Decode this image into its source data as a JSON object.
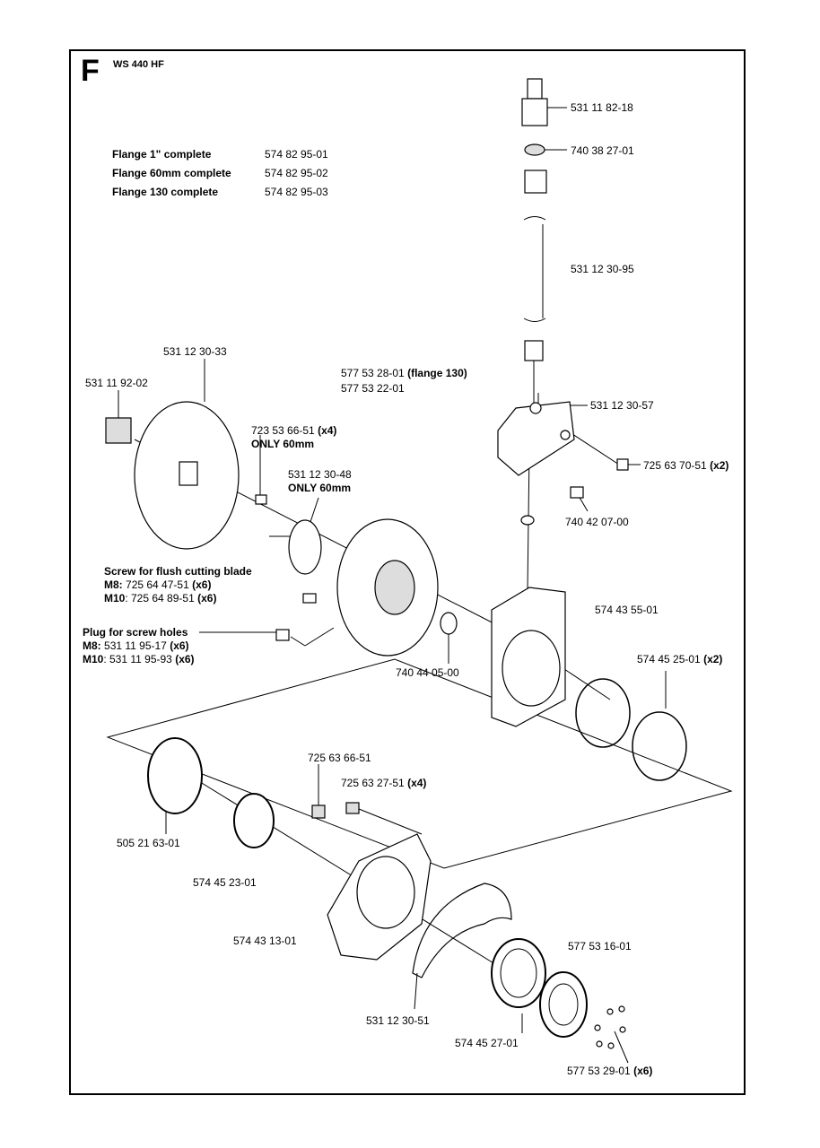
{
  "header": {
    "letter": "F",
    "model": "WS 440 HF"
  },
  "flanges": [
    {
      "name": "Flange 1\" complete",
      "number": "574 82 95-01"
    },
    {
      "name": "Flange 60mm complete",
      "number": "574 82 95-02"
    },
    {
      "name": "Flange 130 complete",
      "number": "574 82 95-03"
    }
  ],
  "labels": {
    "p_531118218": "531 11 82-18",
    "p_740382701": "740 38 27-01",
    "p_531123095": "531 12 30-95",
    "p_577532801": "577 53 28-01",
    "p_577532801_note": "(flange 130)",
    "p_577532201": "577 53 22-01",
    "p_531123057": "531 12 30-57",
    "p_725637051": "725 63 70-51",
    "p_725637051_qty": "(x2)",
    "p_740420700": "740 42 07-00",
    "p_531123033": "531 12 30-33",
    "p_531119202": "531 11 92-02",
    "p_723536651": "723 53 66-51",
    "p_723536651_qty": "(x4)",
    "p_723536651_note": "ONLY 60mm",
    "p_531123048": "531 12 30-48",
    "p_531123048_note": "ONLY 60mm",
    "screw_title": "Screw for flush cutting blade",
    "screw_m8_key": "M8:",
    "screw_m8_val": "725 64 47-51",
    "screw_m8_qty": "(x6)",
    "screw_m10_key": "M10",
    "screw_m10_val": ": 725 64 89-51",
    "screw_m10_qty": "(x6)",
    "plug_title": "Plug for screw holes",
    "plug_m8_key": "M8:",
    "plug_m8_val": "531 11 95-17",
    "plug_m8_qty": "(x6)",
    "plug_m10_key": "M10",
    "plug_m10_val": ": 531 11 95-93",
    "plug_m10_qty": "(x6)",
    "p_574435501": "574 43 55-01",
    "p_740440500": "740 44 05-00",
    "p_574452501": "574 45 25-01",
    "p_574452501_qty": "(x2)",
    "p_725636651": "725 63 66-51",
    "p_725632751": "725 63 27-51",
    "p_725632751_qty": "(x4)",
    "p_505216301": "505 21 63-01",
    "p_574452301": "574 45 23-01",
    "p_574431301": "574 43 13-01",
    "p_577531601": "577 53 16-01",
    "p_531123051": "531 12 30-51",
    "p_574452701": "574 45 27-01",
    "p_577532901": "577 53 29-01",
    "p_577532901_qty": "(x6)"
  }
}
